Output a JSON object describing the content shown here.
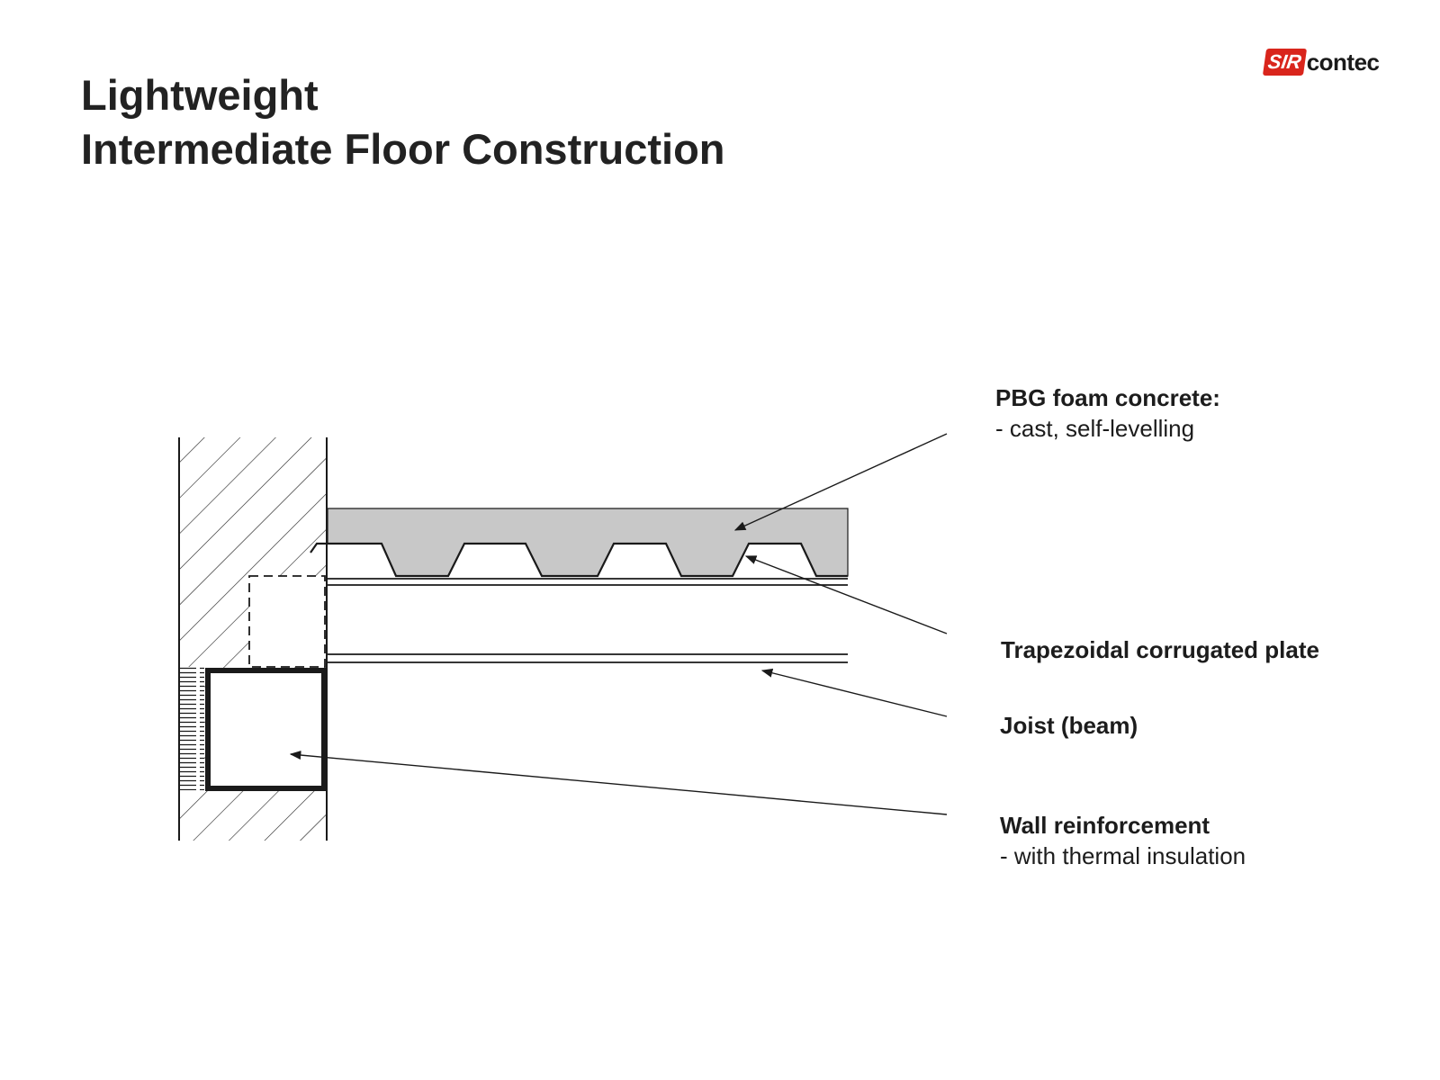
{
  "slide": {
    "title_line1": "Lightweight",
    "title_line2": "Intermediate Floor Construction"
  },
  "logo": {
    "mark": "SIR",
    "text": "contec",
    "brand_color": "#d9251c"
  },
  "labels": {
    "foam_concrete": {
      "title": "PBG foam concrete:",
      "detail": "- cast, self-levelling"
    },
    "corrugated_plate": {
      "title": "Trapezoidal corrugated plate"
    },
    "joist": {
      "title": "Joist (beam)"
    },
    "wall_reinforcement": {
      "title": "Wall reinforcement",
      "detail": "- with thermal insulation"
    }
  },
  "colors": {
    "foam_concrete_fill": "#c8c8c8",
    "line": "#1a1a1a"
  }
}
